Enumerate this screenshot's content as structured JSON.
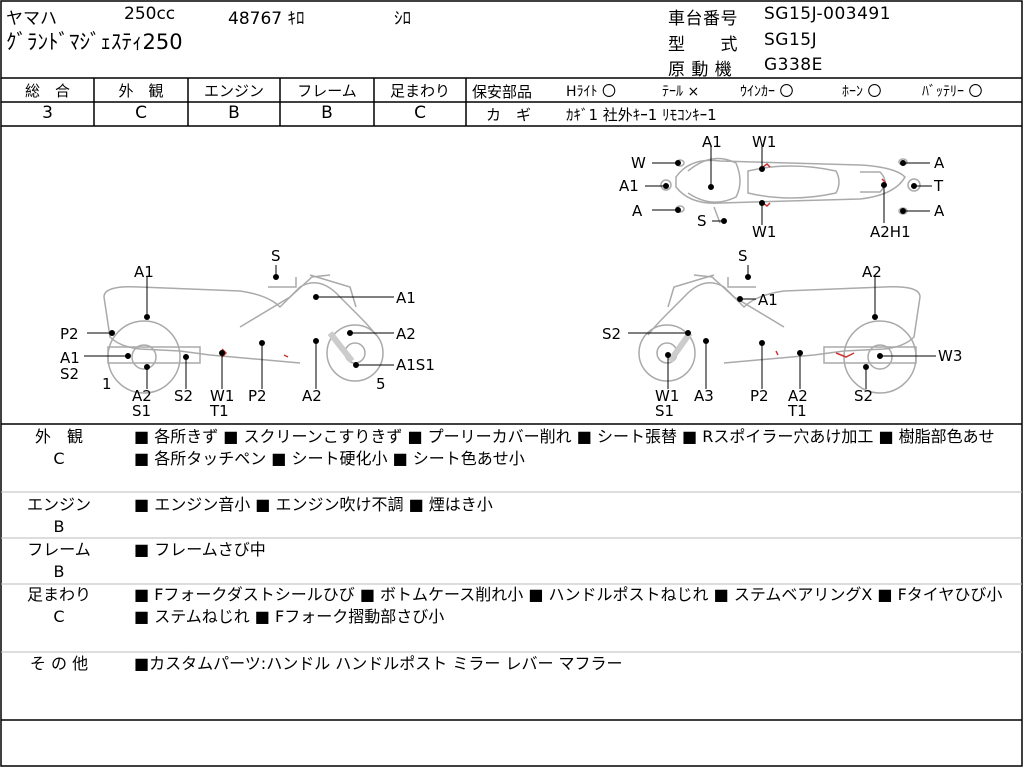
{
  "header": {
    "maker": "ヤマハ",
    "displacement": "250cc",
    "mileage": "48767 ｷﾛ",
    "color": "ｼﾛ",
    "model_name": "ｸﾞﾗﾝﾄﾞﾏｼﾞｪｽﾃｨ250",
    "chassis_label": "車台番号",
    "chassis_value": "SG15J-003491",
    "type_label": "型　　式",
    "type_value": "SG15J",
    "engine_label": "原 動 機",
    "engine_value": "G338E"
  },
  "grades": [
    {
      "label": "総　合",
      "value": "3"
    },
    {
      "label": "外　観",
      "value": "C"
    },
    {
      "label": "エンジン",
      "value": "B"
    },
    {
      "label": "フレーム",
      "value": "B"
    },
    {
      "label": "足まわり",
      "value": "C"
    }
  ],
  "parts": {
    "title": "保安部品",
    "items": [
      {
        "label": "Hﾗｲﾄ",
        "mark": "〇"
      },
      {
        "label": "ﾃｰﾙ",
        "mark": "×"
      },
      {
        "label": "ｳｲﾝｶｰ",
        "mark": "〇"
      },
      {
        "label": "ﾎｰﾝ",
        "mark": "〇"
      },
      {
        "label": "ﾊﾞｯﾃﾘｰ",
        "mark": "〇"
      }
    ],
    "keys_label": "カ　ギ",
    "keys_value": "ｶｷﾞ1 社外ｷｰ1 ﾘﾓｺﾝｷｰ1"
  },
  "diagram": {
    "top_labels": [
      "A1",
      "W1",
      "W",
      "A",
      "A1",
      "T",
      "A",
      "A",
      "S",
      "W1",
      "A2H1"
    ],
    "left_labels": [
      "S",
      "A1",
      "A1",
      "P2",
      "A2",
      "A1",
      "S2",
      "A1S1",
      "1",
      "5",
      "A2",
      "S1",
      "S2",
      "W1",
      "T1",
      "P2",
      "A2"
    ],
    "right_labels": [
      "S",
      "A2",
      "A1",
      "S2",
      "W3",
      "W1",
      "S1",
      "A3",
      "P2",
      "A2",
      "T1",
      "S2"
    ]
  },
  "sections": [
    {
      "label": "外　観",
      "grade": "C",
      "text": "■ 各所きず ■ スクリーンこすりきず ■ プーリーカバー削れ ■ シート張替 ■ Rスポイラー穴あけ加工 ■ 樹脂部色あせ ■ 各所タッチペン ■ シート硬化小 ■ シート色あせ小"
    },
    {
      "label": "エンジン",
      "grade": "B",
      "text": "■ エンジン音小 ■ エンジン吹け不調 ■ 煙はき小"
    },
    {
      "label": "フレーム",
      "grade": "B",
      "text": "■ フレームさび中"
    },
    {
      "label": "足まわり",
      "grade": "C",
      "text": "■ Fフォークダストシールひび ■ ボトムケース削れ小 ■ ハンドルポストねじれ ■ ステムベアリングX ■ Fタイヤひび小 ■ ステムねじれ ■ Fフォーク摺動部さび小"
    },
    {
      "label": "そ の 他",
      "grade": "",
      "text": "■カスタムパーツ:ハンドル ハンドルポスト ミラー レバー マフラー"
    }
  ]
}
